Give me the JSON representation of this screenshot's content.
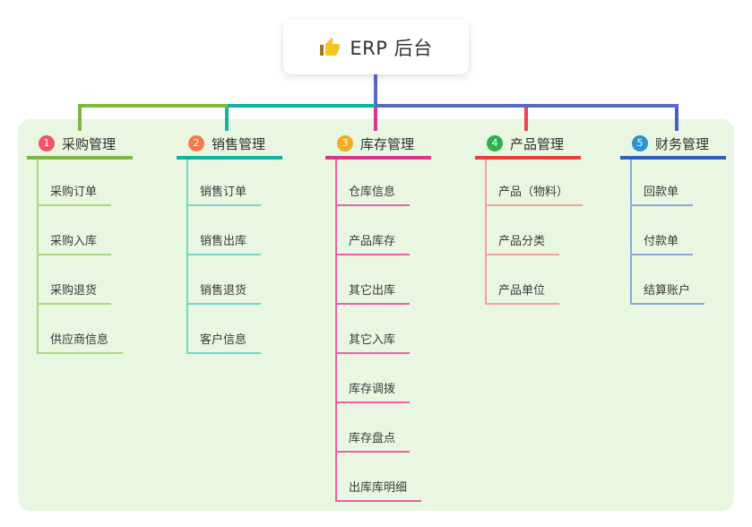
{
  "root": {
    "title": "ERP 后台",
    "icon": "thumbs-up-icon"
  },
  "colors": {
    "panel_background": "#e9f6e1",
    "root_connector": "#5b68c5",
    "branch_main": [
      "#7cb93e",
      "#0fb3a3",
      "#d93690",
      "#e93f3b",
      "#2e5fc4"
    ],
    "branch_badge": [
      "#f0556b",
      "#f57a4b",
      "#f6ab1e",
      "#2cb24a",
      "#2c93d5"
    ],
    "branch_child_line": [
      "#a9d87e",
      "#72d6c9",
      "#ee5fa7",
      "#f5a09a",
      "#8ca8dd"
    ]
  },
  "branches": [
    {
      "index": "1",
      "label": "采购管理",
      "children": [
        "采购订单",
        "采购入库",
        "采购退货",
        "供应商信息"
      ]
    },
    {
      "index": "2",
      "label": "销售管理",
      "children": [
        "销售订单",
        "销售出库",
        "销售退货",
        "客户信息"
      ]
    },
    {
      "index": "3",
      "label": "库存管理",
      "children": [
        "仓库信息",
        "产品库存",
        "其它出库",
        "其它入库",
        "库存调拨",
        "库存盘点",
        "出库库明细"
      ]
    },
    {
      "index": "4",
      "label": "产品管理",
      "children": [
        "产品（物料）",
        "产品分类",
        "产品单位"
      ]
    },
    {
      "index": "5",
      "label": "财务管理",
      "children": [
        "回款单",
        "付款单",
        "结算账户"
      ]
    }
  ]
}
